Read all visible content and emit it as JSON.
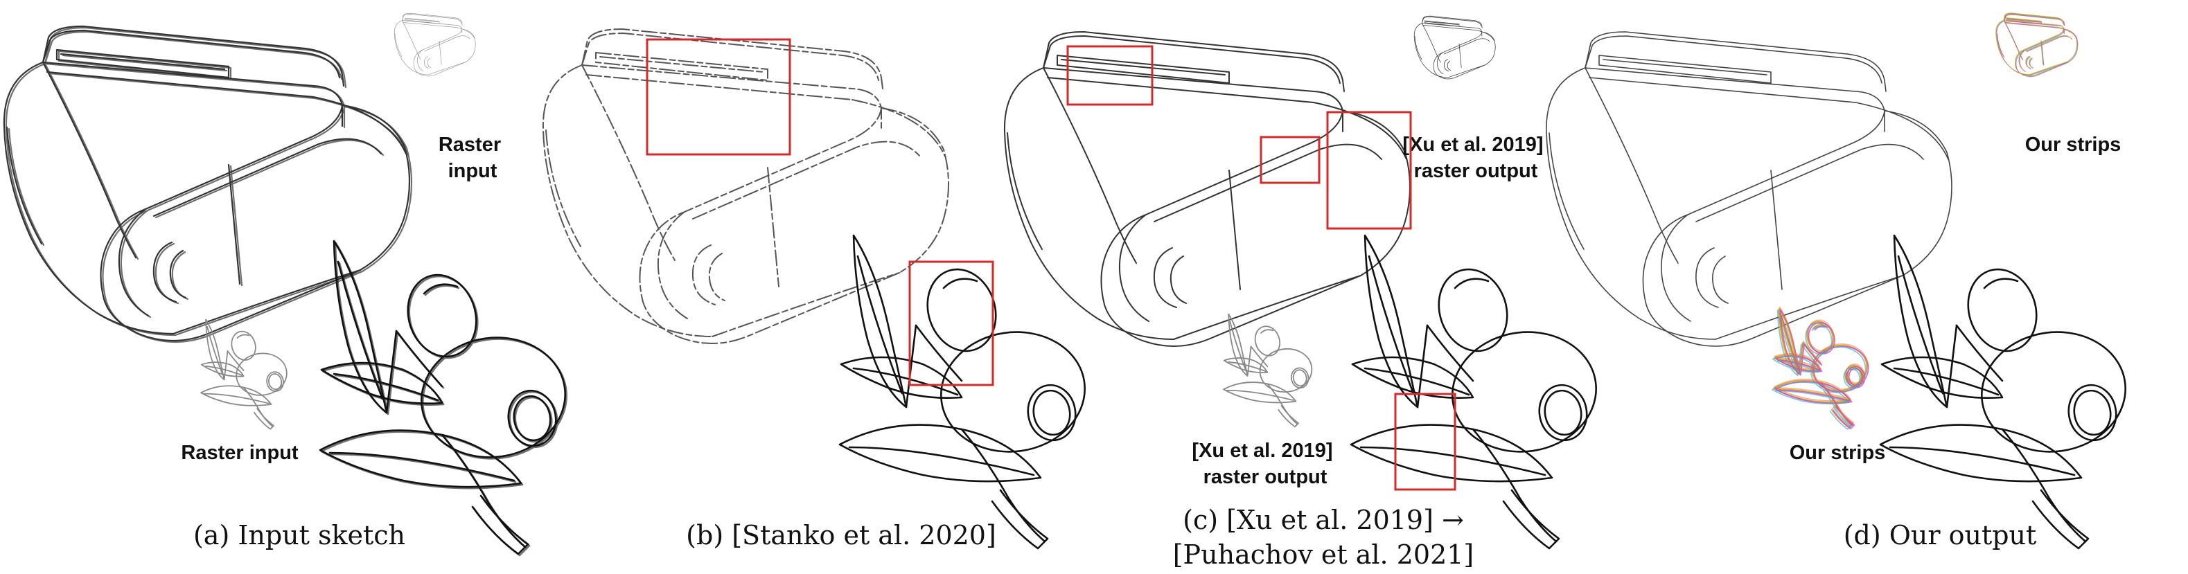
{
  "panels": {
    "a": {
      "caption": "(a) Input sketch",
      "labels": {
        "raster_input_top": [
          "Raster",
          "input"
        ],
        "raster_input_bottom": "Raster input"
      }
    },
    "b": {
      "caption": "(b) [Stanko et al. 2020]"
    },
    "c": {
      "caption_line1": "(c) [Xu et al. 2019] →",
      "caption_line2": "[Puhachov et al. 2021]",
      "labels": {
        "xu_top": [
          "[Xu et al. 2019]",
          "raster output"
        ],
        "xu_bottom": [
          "[Xu et al. 2019]",
          "raster output"
        ]
      }
    },
    "d": {
      "caption": "(d) Our output",
      "labels": {
        "strips_top": "Our strips",
        "strips_bottom": "Our strips"
      }
    }
  },
  "colors": {
    "highlight_box": "#d22b2b",
    "sketch_stroke": "#222222",
    "strip_colors": [
      "#e0b020",
      "#c040d8",
      "#40a0d0",
      "#e07030",
      "#50b050",
      "#8060e0"
    ]
  }
}
